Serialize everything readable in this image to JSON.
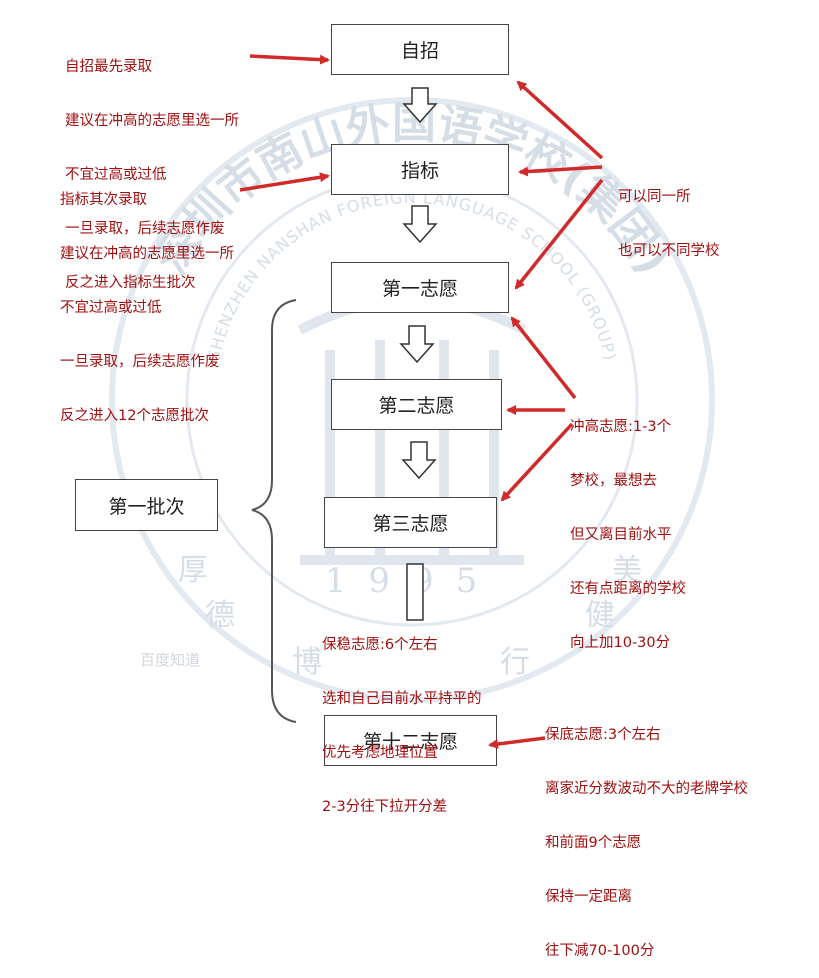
{
  "colors": {
    "arrow": "#d12a2a",
    "note_text": "#a01010",
    "box_border": "#444444",
    "watermark": "#c9d3df"
  },
  "watermark": {
    "arc_text": "深圳市南山外国语学校(集团)",
    "inner_text": "SHENZHEN NANSHAN FOREIGN LANGUAGE SCHOOL (GROUP)",
    "year": "1995",
    "motto": [
      "厚",
      "德",
      "博",
      "行",
      "健",
      "美"
    ],
    "credit": "百度知道"
  },
  "boxes": {
    "zizhao": "自招",
    "zhibiao": "指标",
    "vol1": "第一志愿",
    "vol2": "第二志愿",
    "vol3": "第三志愿",
    "vol12": "第十二志愿",
    "batch1": "第一批次"
  },
  "notes": {
    "zizhao": [
      "自招最先录取",
      "建议在冲高的志愿里选一所",
      "不宜过高或过低",
      "一旦录取，后续志愿作废",
      "反之进入指标生批次"
    ],
    "zhibiao": [
      "指标其次录取",
      "建议在冲高的志愿里选一所",
      "不宜过高或过低",
      "一旦录取，后续志愿作废",
      "反之进入12个志愿批次"
    ],
    "same_school": [
      "可以同一所",
      "也可以不同学校"
    ],
    "chonggao": [
      "冲高志愿:1-3个",
      "梦校，最想去",
      "但又离目前水平",
      "还有点距离的学校",
      "向上加10-30分"
    ],
    "baowen": [
      "保稳志愿:6个左右",
      "选和自己目前水平持平的",
      "优先考虑地理位置",
      "2-3分往下拉开分差"
    ],
    "baodi": [
      "保底志愿:3个左右",
      "离家近分数波动不大的老牌学校",
      "和前面9个志愿",
      "保持一定距离",
      "往下减70-100分"
    ]
  }
}
